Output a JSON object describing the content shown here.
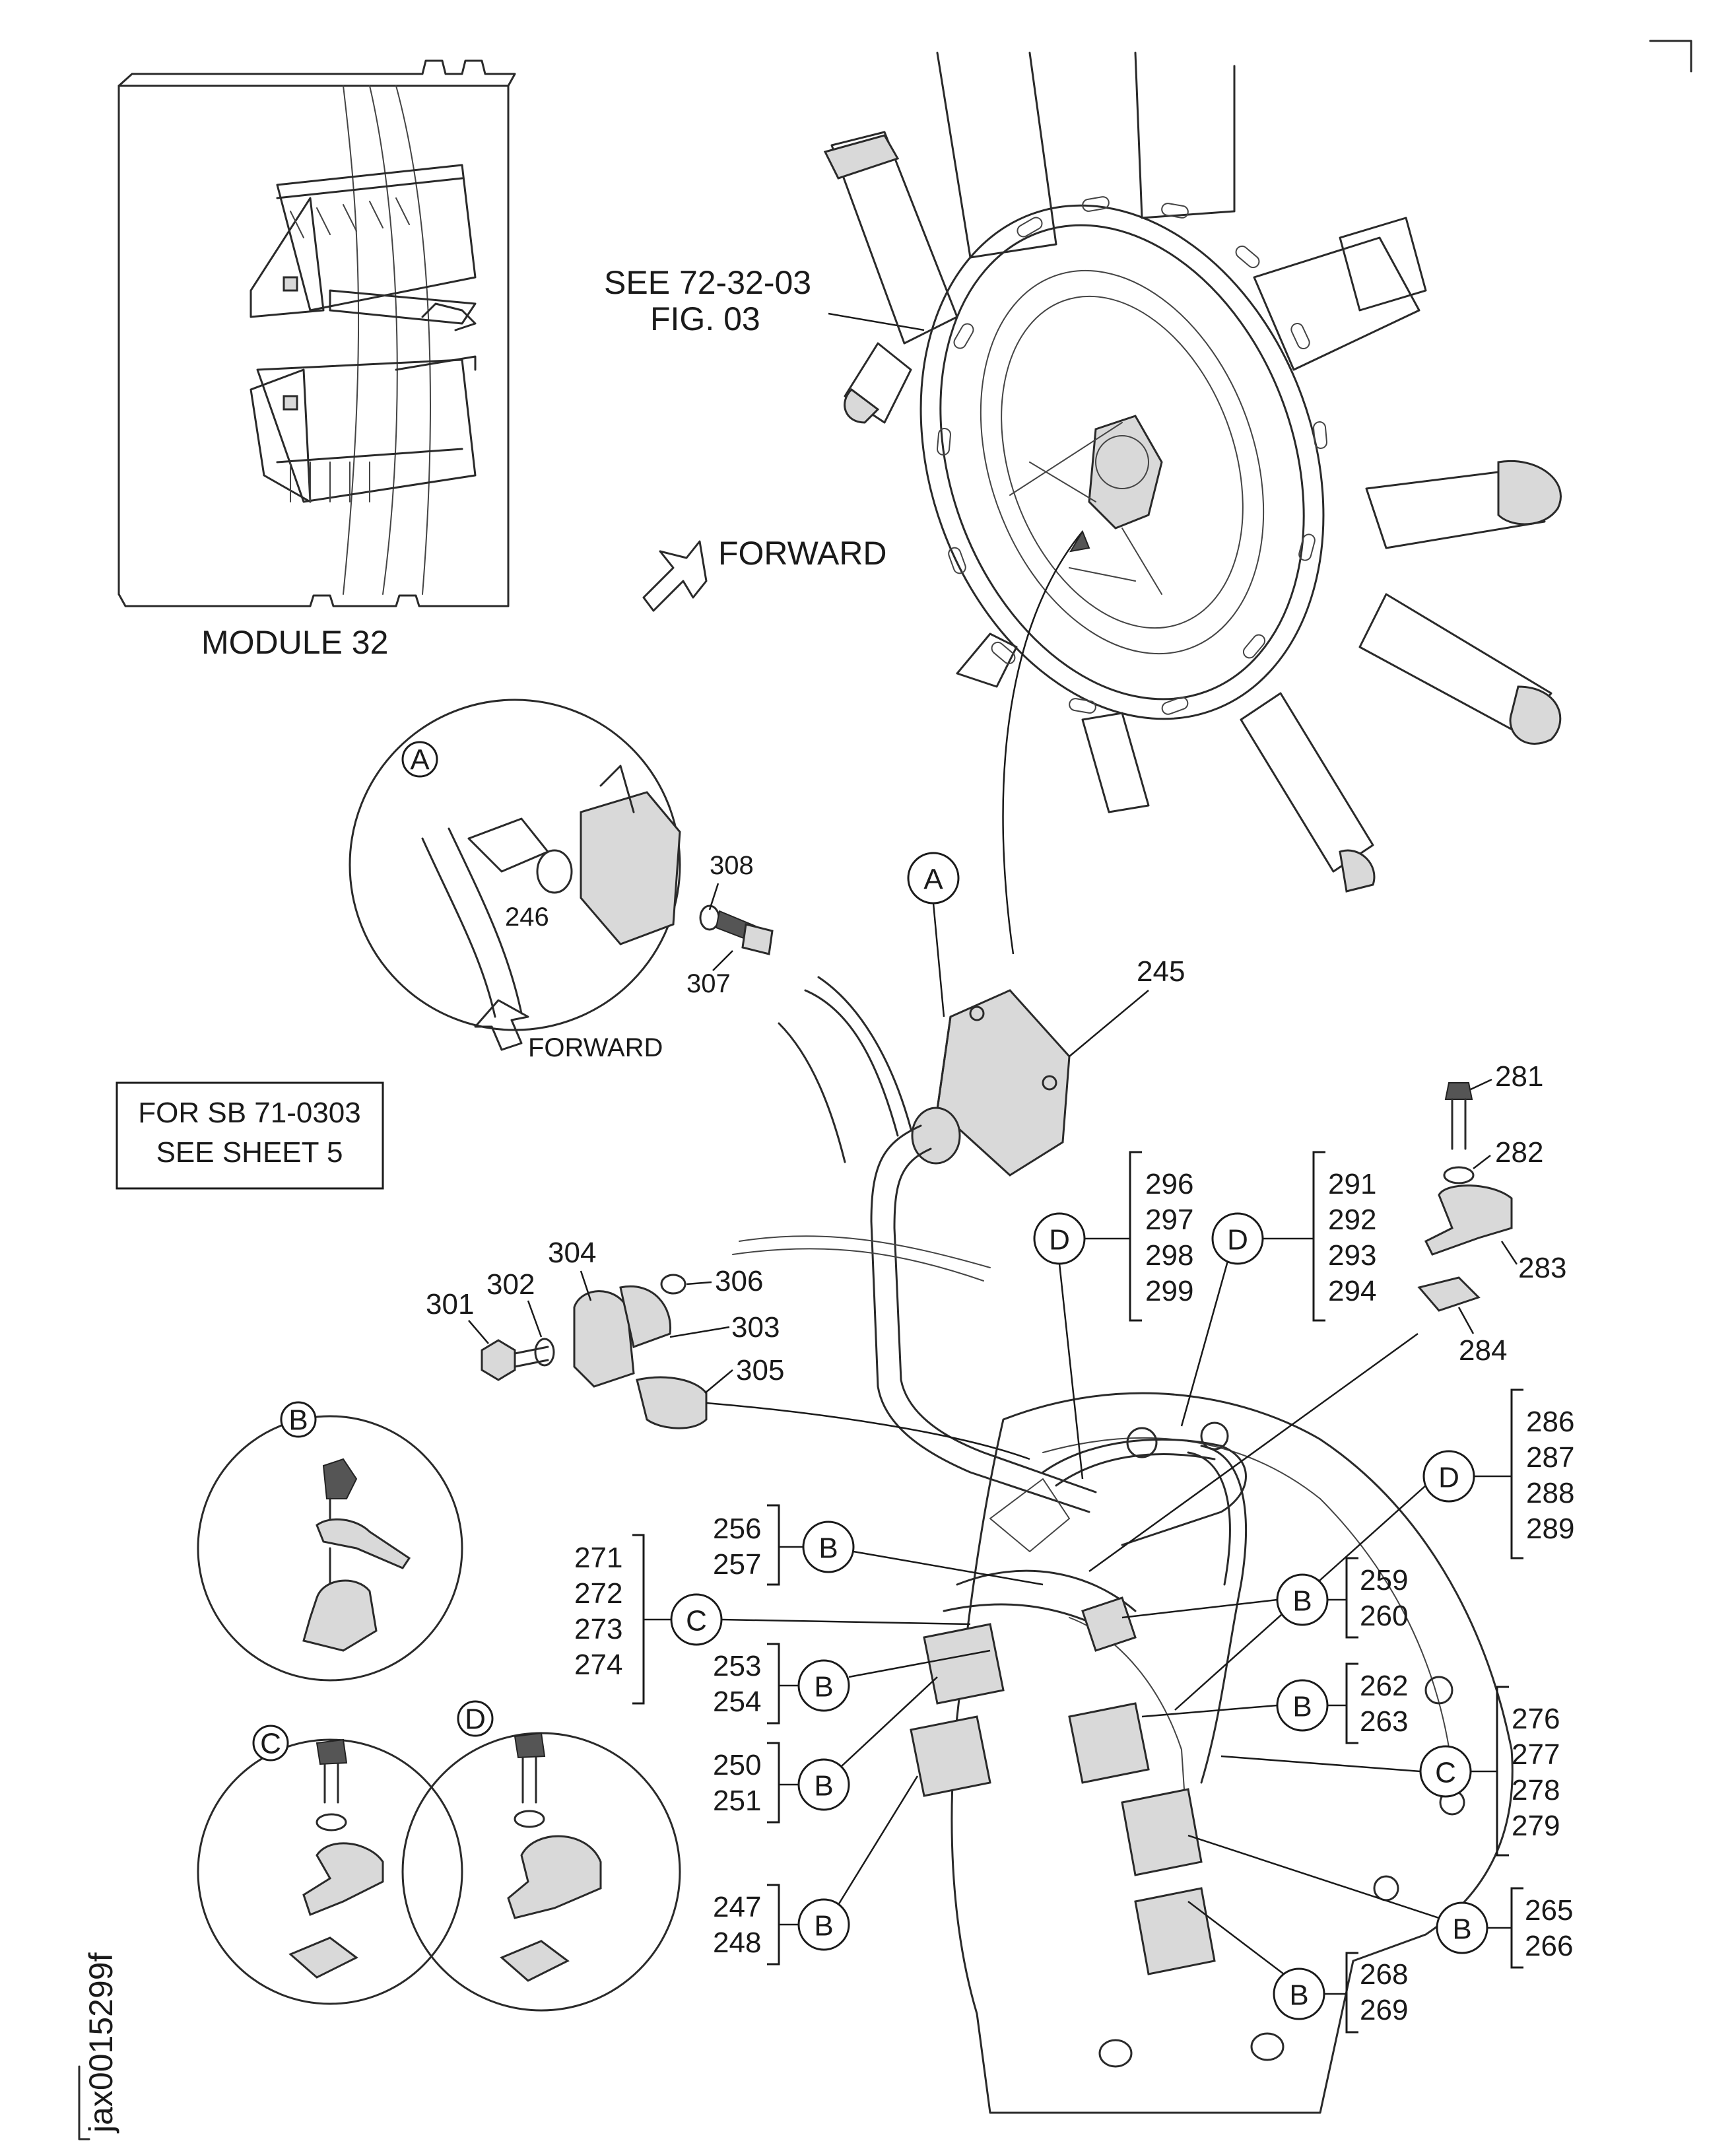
{
  "sheet_ref": "SEE 72-32-03",
  "sheet_fig": "FIG. 03",
  "forward_label": "FORWARD",
  "forward_label_detail": "FORWARD",
  "module_label": "MODULE 32",
  "sb_note_line1": "FOR SB 71-0303",
  "sb_note_line2": "SEE SHEET 5",
  "image_id": "jax0015299f",
  "details": {
    "a": "A",
    "b": "B",
    "c": "C",
    "d": "D"
  },
  "parts": {
    "p245": "245",
    "p246": "246",
    "p307": "307",
    "p308": "308",
    "p281": "281",
    "p282": "282",
    "p283": "283",
    "p284": "284",
    "p301": "301",
    "p302": "302",
    "p303": "303",
    "p304": "304",
    "p305": "305",
    "p306": "306",
    "g296": [
      "296",
      "297",
      "298",
      "299"
    ],
    "g291": [
      "291",
      "292",
      "293",
      "294"
    ],
    "g286": [
      "286",
      "287",
      "288",
      "289"
    ],
    "g271": [
      "271",
      "272",
      "273",
      "274"
    ],
    "g276": [
      "276",
      "277",
      "278",
      "279"
    ],
    "g256": [
      "256",
      "257"
    ],
    "g259": [
      "259",
      "260"
    ],
    "g253": [
      "253",
      "254"
    ],
    "g262": [
      "262",
      "263"
    ],
    "g250": [
      "250",
      "251"
    ],
    "g265": [
      "265",
      "266"
    ],
    "g247": [
      "247",
      "248"
    ],
    "g268": [
      "268",
      "269"
    ]
  }
}
